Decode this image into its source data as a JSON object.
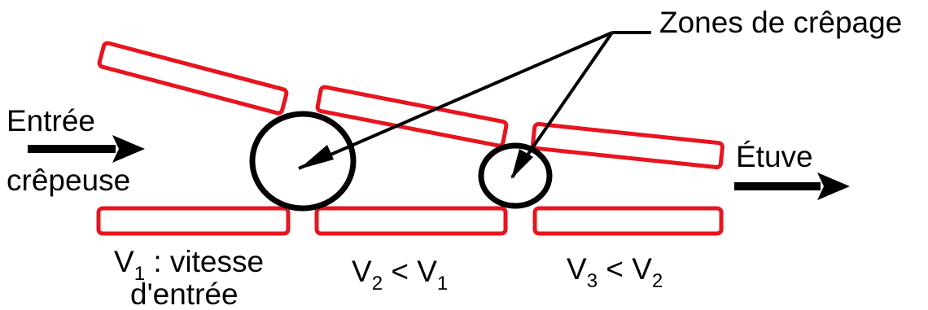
{
  "labels": {
    "callout": "Zones de crêpage",
    "entry_line1": "Entrée",
    "entry_line2": "crêpeuse",
    "exit": "Étuve",
    "v1_symbol": "V",
    "v1_sub": "1",
    "v1_text": " : vitesse",
    "v1_line2": "d'entrée",
    "v2_symbol": "V",
    "v2_sub": "2",
    "v2_op": " < V",
    "v2_sub2": "1",
    "v3_symbol": "V",
    "v3_sub": "3",
    "v3_op": " < V",
    "v3_sub2": "2"
  },
  "colors": {
    "belt": "#e8141e",
    "ink": "#000000",
    "background": "#ffffff"
  }
}
